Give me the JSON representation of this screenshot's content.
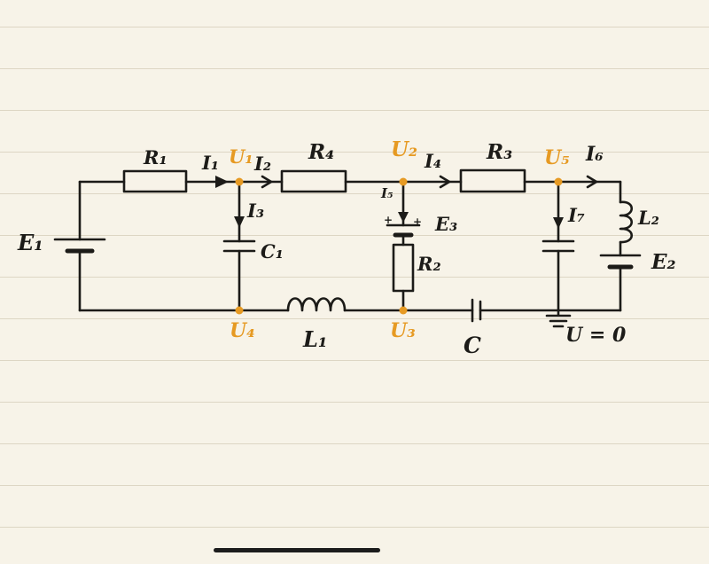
{
  "page": {
    "kind": "handwritten-circuit-diagram-note"
  },
  "colors": {
    "ink": "#1c1b18",
    "accent": "#e69a23",
    "paper": "#f7f3e8",
    "rule_line": "#ddd6c4",
    "home_bar": "#1c1c1c"
  },
  "labels": {
    "E1": "E₁",
    "R1": "R₁",
    "I1": "I₁",
    "U1": "U₁",
    "I2": "I₂",
    "R4": "R₄",
    "U2": "U₂",
    "I4": "I₄",
    "R3": "R₃",
    "U5": "U₅",
    "I6": "I₆",
    "I3": "I₃",
    "C1": "C₁",
    "I5": "I₅",
    "plus_left": "+",
    "plus_right": "+",
    "E3": "E₃",
    "R2": "R₂",
    "I7": "I₇",
    "L2": "L₂",
    "E2": "E₂",
    "U4": "U₄",
    "L1": "L₁",
    "U3": "U₃",
    "C": "C",
    "ground": "U = 0"
  }
}
